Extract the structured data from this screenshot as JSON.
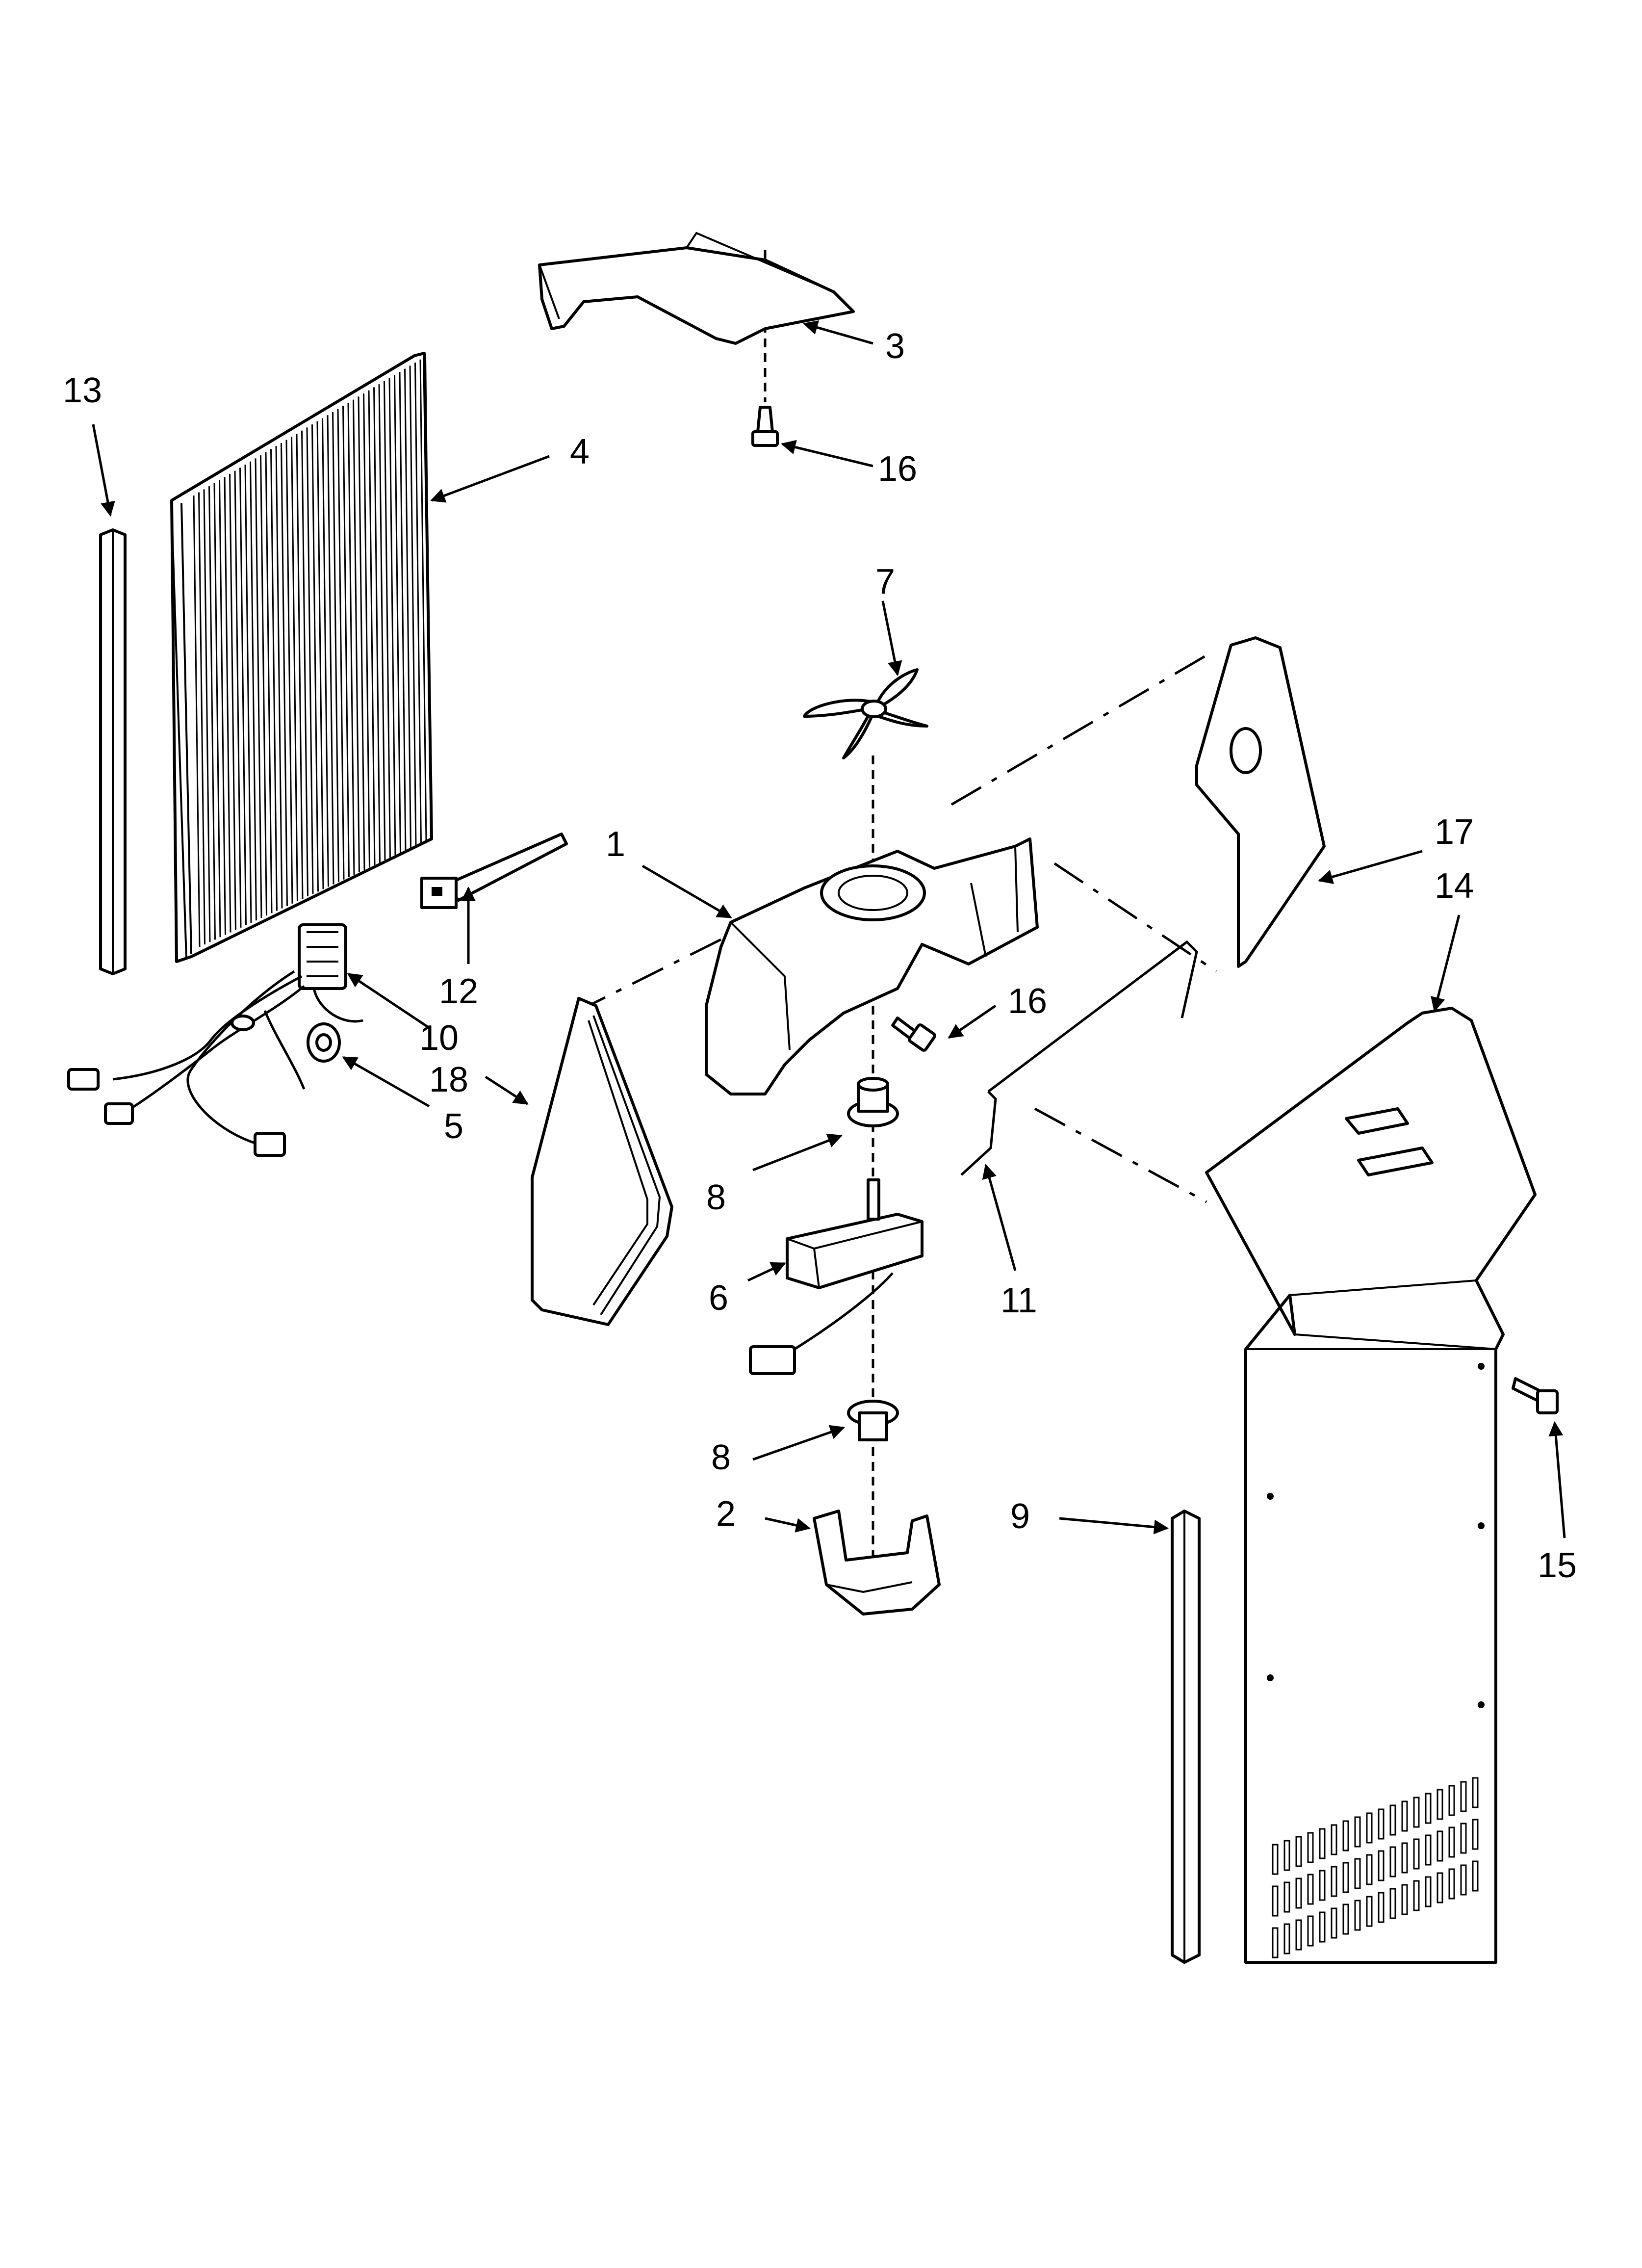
{
  "diagram": {
    "callouts": {
      "c1": "1",
      "c2": "2",
      "c3": "3",
      "c4": "4",
      "c5": "5",
      "c6": "6",
      "c7": "7",
      "c8a": "8",
      "c8b": "8",
      "c9": "9",
      "c10": "10",
      "c11": "11",
      "c12": "12",
      "c13": "13",
      "c14": "14",
      "c15": "15",
      "c16a": "16",
      "c16b": "16",
      "c17": "17",
      "c18": "18"
    }
  }
}
